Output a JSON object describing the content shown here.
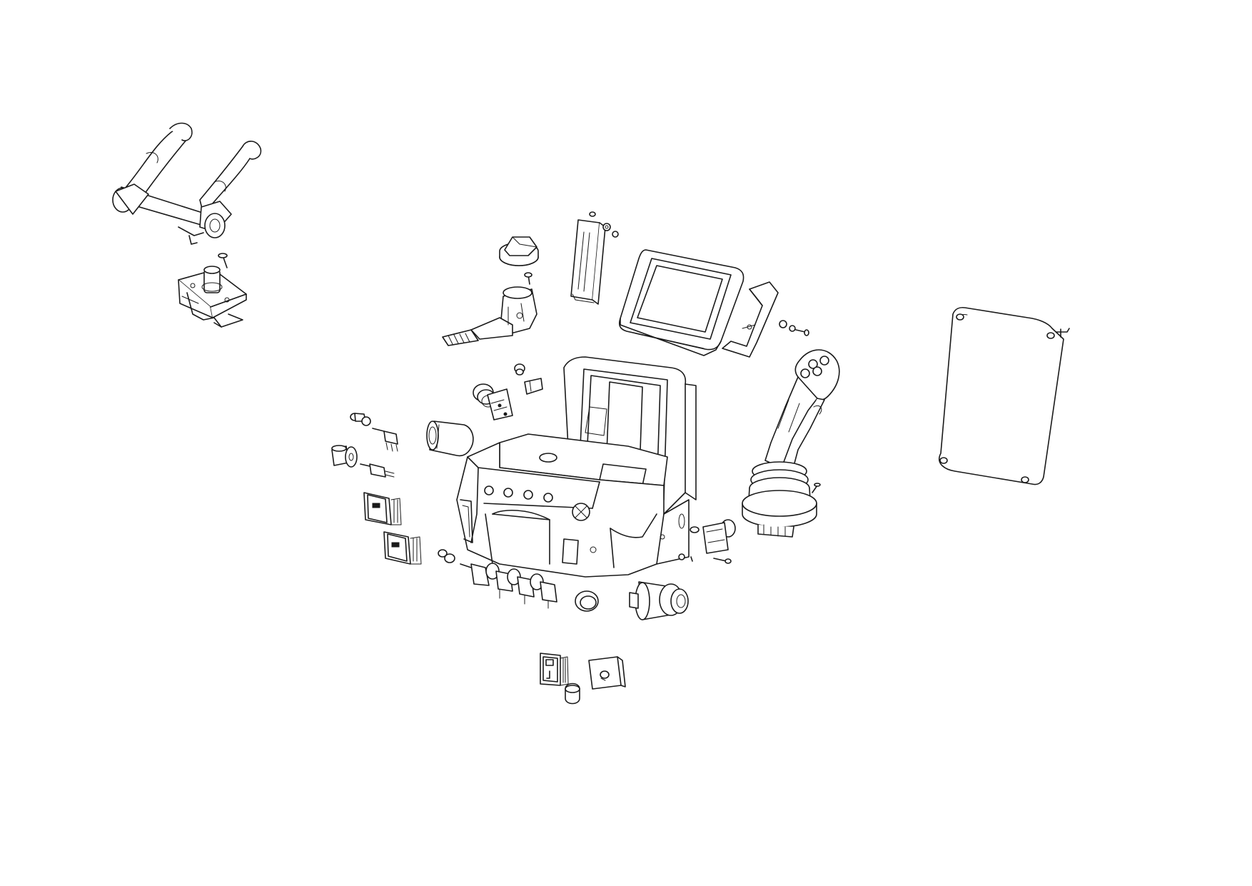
{
  "drawing": {
    "kind": "exploded-view line drawing",
    "line_color": "#1a1a1a",
    "background": "#ffffff"
  },
  "parts": [
    {
      "id": "handlebar",
      "icon": "handle-grip-icon"
    },
    {
      "id": "pivot-mount",
      "icon": "mount-bracket-icon"
    },
    {
      "id": "rotary-knob-cap",
      "icon": "knob-icon"
    },
    {
      "id": "rotary-switch",
      "icon": "rotary-switch-icon"
    },
    {
      "id": "rail-bracket",
      "icon": "bracket-icon"
    },
    {
      "id": "display-monitor",
      "icon": "monitor-icon"
    },
    {
      "id": "monitor-mount",
      "icon": "bracket-icon"
    },
    {
      "id": "joystick",
      "icon": "joystick-icon"
    },
    {
      "id": "cover-plate",
      "icon": "panel-icon"
    },
    {
      "id": "control-console-housing",
      "icon": "console-icon"
    },
    {
      "id": "ignition-switch",
      "icon": "key-switch-icon"
    },
    {
      "id": "connector-plug",
      "icon": "connector-icon"
    },
    {
      "id": "toggle-switches",
      "icon": "toggle-switch-icon"
    },
    {
      "id": "rocker-switches",
      "icon": "rocker-switch-icon"
    },
    {
      "id": "round-connector",
      "icon": "round-connector-icon"
    },
    {
      "id": "grommet",
      "icon": "grommet-icon"
    },
    {
      "id": "pushbutton",
      "icon": "pushbutton-icon"
    },
    {
      "id": "small-cover",
      "icon": "cover-icon"
    }
  ]
}
